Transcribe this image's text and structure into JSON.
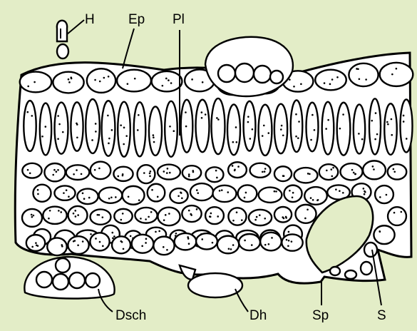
{
  "figure": {
    "background_color": "#e3edc7",
    "labels": {
      "hair": "H",
      "epidermis": "Ep",
      "palisade": "Pl",
      "gland_scale": "Dsch",
      "gland_hair": "Dh",
      "stomatal_pore": "Sp",
      "guard_cell": "S"
    }
  }
}
